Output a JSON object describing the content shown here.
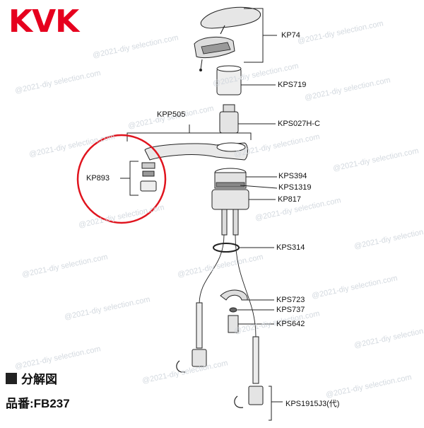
{
  "brand": {
    "logo": "KVK",
    "logo_color": "#e6001e"
  },
  "watermark": "@2021-diy selection.com",
  "parts": {
    "kp74": "KP74",
    "kps719": "KPS719",
    "kpp505": "KPP505",
    "kps027hc": "KPS027H-C",
    "kp893": "KP893",
    "kps394": "KPS394",
    "kps1319": "KPS1319",
    "kp817": "KP817",
    "kps314": "KPS314",
    "kps723": "KPS723",
    "kps737": "KPS737",
    "kps642": "KPS642",
    "kps1915j3": "KPS1915J3(代)"
  },
  "section_title": "分解図",
  "model": "品番:FB237",
  "highlight_color": "#e0141e"
}
